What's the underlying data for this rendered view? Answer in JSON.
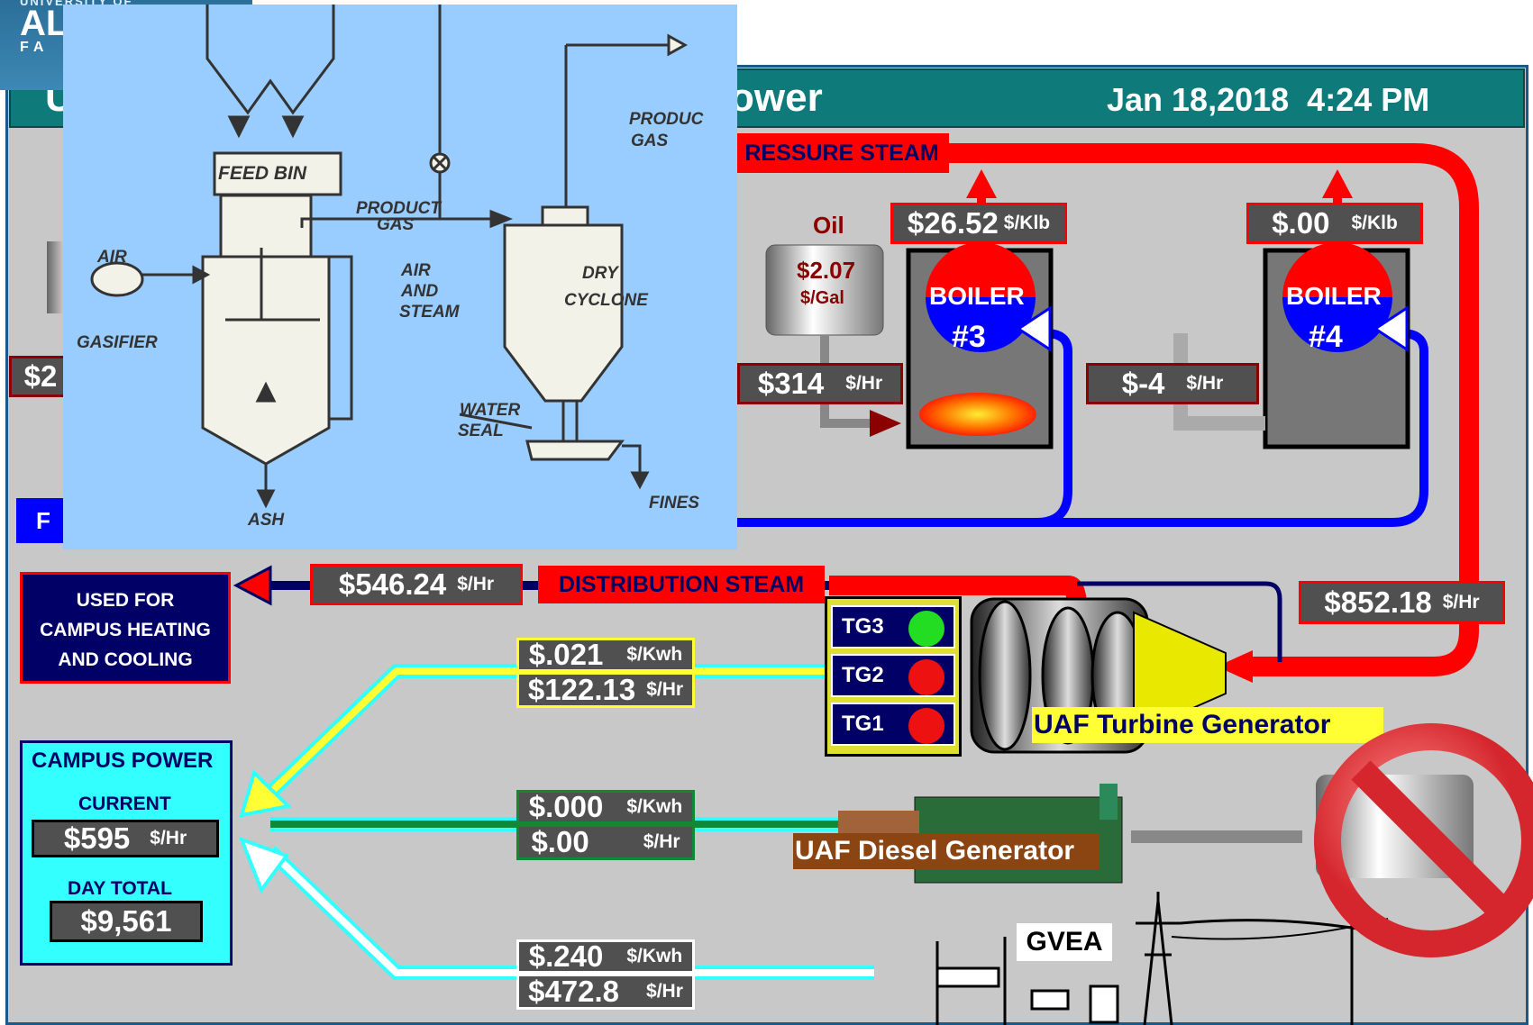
{
  "header": {
    "university_line": "UNIVERSITY OF",
    "logo_letters": "AL",
    "logo_sub": "FA",
    "title_left": "U",
    "title_right": "ower",
    "datetime": "Jan 18,2018  4:24 PM"
  },
  "high_pressure_steam_label": "RESSURE STEAM",
  "oil_tank": {
    "label": "Oil",
    "price": "$2.07",
    "unit": "$/Gal"
  },
  "boiler3": {
    "cost": "$26.52",
    "cost_unit": "$/Klb",
    "name": "BOILER",
    "number": "#3",
    "rate": "$314",
    "rate_unit": "$/Hr"
  },
  "boiler4": {
    "cost": "$.00",
    "cost_unit": "$/Klb",
    "name": "BOILER",
    "number": "#4",
    "rate": "$-4",
    "rate_unit": "$/Hr"
  },
  "left_partial": {
    "rate": "$2",
    "button": "F"
  },
  "distribution": {
    "rate": "$546.24",
    "rate_unit": "$/Hr",
    "label": "DISTRIBUTION STEAM"
  },
  "steam_to_turbine": {
    "rate": "$852.18",
    "rate_unit": "$/Hr"
  },
  "heating_box": {
    "line1": "USED FOR",
    "line2": "CAMPUS HEATING",
    "line3": "AND COOLING"
  },
  "turbine": {
    "tg3": "TG3",
    "tg2": "TG2",
    "tg1": "TG1",
    "label": "UAF Turbine Generator",
    "kwh": "$.021",
    "kwh_unit": "$/Kwh",
    "hr": "$122.13",
    "hr_unit": "$/Hr",
    "tg3_status_color": "#22dd22",
    "tg2_status_color": "#ee1111",
    "tg1_status_color": "#ee1111"
  },
  "diesel": {
    "label": "UAF Diesel Generator",
    "kwh": "$.000",
    "kwh_unit": "$/Kwh",
    "hr": "$.00",
    "hr_unit": "$/Hr"
  },
  "gvea": {
    "label": "GVEA",
    "kwh": "$.240",
    "kwh_unit": "$/Kwh",
    "hr": "$472.8",
    "hr_unit": "$/Hr"
  },
  "campus_power": {
    "title": "CAMPUS POWER",
    "current_label": "CURRENT",
    "current_value": "$595",
    "current_unit": "$/Hr",
    "day_label": "DAY TOTAL",
    "day_value": "$9,561"
  },
  "gasifier_diagram": {
    "feed_bin": "FEED BIN",
    "air": "AIR",
    "gasifier": "GASIFIER",
    "product_gas_inner_1": "PRODUCT",
    "product_gas_inner_2": "GAS",
    "air_and_steam_1": "AIR",
    "air_and_steam_2": "AND",
    "air_and_steam_3": "STEAM",
    "dry_cyclone_1": "DRY",
    "dry_cyclone_2": "CYCLONE",
    "product_gas_out_1": "PRODUC",
    "product_gas_out_2": "GAS",
    "water_seal_1": "WATER",
    "water_seal_2": "SEAL",
    "ash": "ASH",
    "fines": "FINES"
  },
  "colors": {
    "teal_header": "#0e7a7a",
    "panel_gray": "#c8c8c8",
    "steam_red": "#ff0000",
    "return_blue": "#0000ff",
    "cyan": "#33ffff",
    "diagram_blue": "#99ccff"
  }
}
